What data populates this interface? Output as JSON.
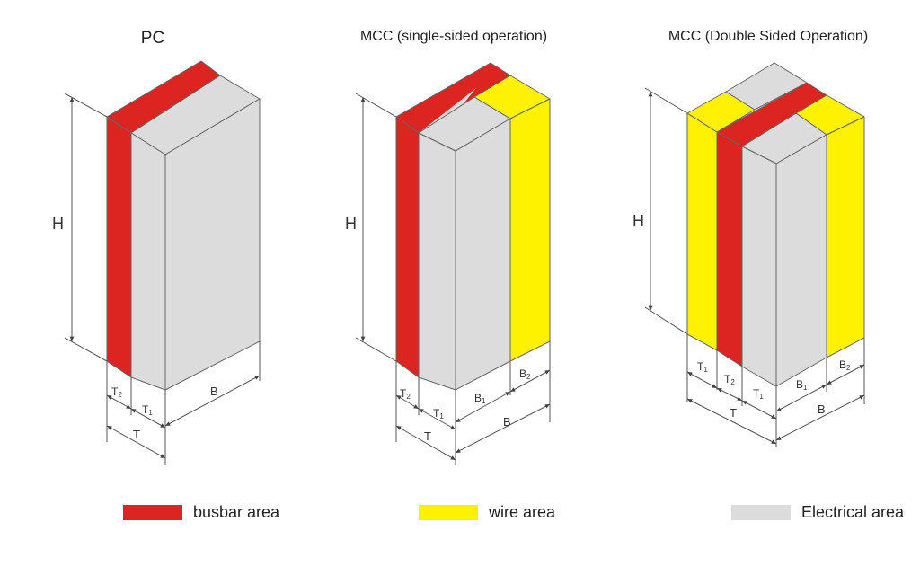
{
  "titles": {
    "pc": "PC",
    "mcc_single": "MCC (single-sided operation)",
    "mcc_double": "MCC (Double Sided Operation)"
  },
  "dimensions": {
    "h": "H",
    "t": "T",
    "t1": "T",
    "t2": "T",
    "sub1": "1",
    "sub2": "2",
    "b": "B",
    "b1": "B",
    "b2": "B"
  },
  "legend": {
    "busbar": "busbar area",
    "wire": "wire area",
    "electrical": "Electrical area"
  },
  "colors": {
    "busbar": "#dc2420",
    "wire": "#fff200",
    "electrical": "#dcdcdc",
    "line": "#555555"
  }
}
